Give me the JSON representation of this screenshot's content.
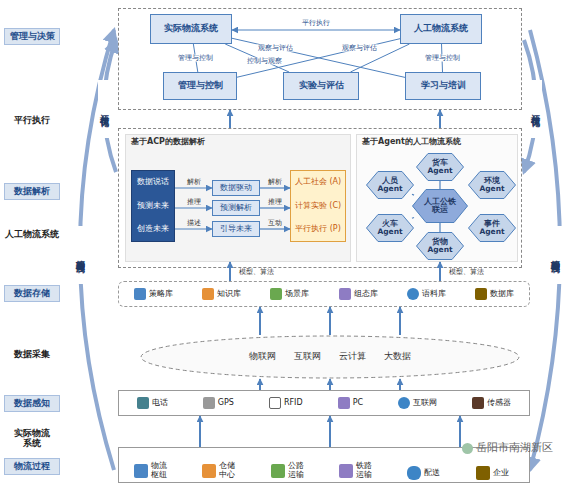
{
  "diagram": {
    "nodes": [
      {
        "text": [
          "管理与决策"
        ]
      },
      {
        "text": []
      },
      {
        "text": [
          "实际物流系统"
        ],
        "in": 1
      },
      {
        "text": [
          "人工物流系统"
        ],
        "in": 1
      },
      {
        "text": [
          "管理与控制"
        ],
        "in": 1
      },
      {
        "text": [
          "实验与评估"
        ],
        "in": 1
      },
      {
        "text": [
          "学习与培训"
        ],
        "in": 1
      },
      {
        "text": [
          "数据解析"
        ]
      },
      {
        "text": []
      },
      {
        "text": [
          "基于ACP的数据解析"
        ],
        "in": 8
      },
      {
        "text": [
          "数据说话",
          "预测未来",
          "创造未来"
        ],
        "in": 9
      },
      {
        "text": [
          "数据驱动"
        ],
        "in": 9
      },
      {
        "text": [
          "预测解析"
        ],
        "in": 9
      },
      {
        "text": [
          "引导未来"
        ],
        "in": 9
      },
      {
        "text": [
          "人工社会 (A)",
          "计算实验 (C)",
          "平行执行 (P)"
        ],
        "in": 9
      },
      {
        "text": [
          "基于Agent的人工物流系统"
        ],
        "in": 8
      },
      {
        "text": [
          "人员Agent"
        ],
        "in": 15
      },
      {
        "text": [
          "货车Agent"
        ],
        "in": 15
      },
      {
        "text": [
          "环境Agent"
        ],
        "in": 15
      },
      {
        "text": [
          "人工公铁联运"
        ],
        "in": 15
      },
      {
        "text": [
          "火车Agent"
        ],
        "in": 15
      },
      {
        "text": [
          "事件Agent"
        ],
        "in": 15
      },
      {
        "text": [
          "货物Agent"
        ],
        "in": 15
      },
      {
        "text": [
          "数据存储"
        ]
      },
      {
        "text": [
          "策略库",
          "知识库",
          "场景库",
          "组态库",
          "语料库",
          "数据库"
        ]
      },
      {
        "text": [
          "物联网",
          "互联网",
          "云计算",
          "大数据"
        ]
      },
      {
        "text": [
          "数据感知"
        ]
      },
      {
        "text": [
          "电话",
          "GPS",
          "RFID",
          "PC",
          "互联网",
          "传感器"
        ]
      },
      {
        "text": [
          "物流过程"
        ]
      },
      {
        "text": [
          "物流枢纽",
          "仓储中心",
          "公路运输",
          "铁路运输",
          "配送",
          "企业"
        ]
      }
    ],
    "edges": [
      {
        "from": 2,
        "to": 3,
        "arrow": "both",
        "label": "平行执行"
      },
      {
        "from": 2,
        "to": 4,
        "arrow": "none",
        "label": "管理与控制"
      },
      {
        "from": 2,
        "to": 5,
        "arrow": "none",
        "label": "控制与观察"
      },
      {
        "from": 2,
        "to": 6,
        "arrow": "none",
        "label": "观察与评估"
      },
      {
        "from": 3,
        "to": 4,
        "arrow": "none",
        "label": "观察与评估"
      },
      {
        "from": 3,
        "to": 5,
        "arrow": "none"
      },
      {
        "from": 3,
        "to": 6,
        "arrow": "none",
        "label": "管理与控制"
      },
      {
        "from": 10,
        "to": 11,
        "arrow": "to",
        "label": "解析"
      },
      {
        "from": 10,
        "to": 12,
        "arrow": "to",
        "label": "推理"
      },
      {
        "from": 10,
        "to": 13,
        "arrow": "to",
        "label": "描述"
      },
      {
        "from": 11,
        "to": 14,
        "arrow": "to",
        "label": "解析"
      },
      {
        "from": 12,
        "to": 14,
        "arrow": "to",
        "label": "推理"
      },
      {
        "from": 13,
        "to": 14,
        "arrow": "to",
        "label": "互动"
      },
      {
        "from": 19,
        "to": 16,
        "arrow": "none"
      },
      {
        "from": 19,
        "to": 17,
        "arrow": "none"
      },
      {
        "from": 19,
        "to": 18,
        "arrow": "none"
      },
      {
        "from": 19,
        "to": 20,
        "arrow": "none"
      },
      {
        "from": 19,
        "to": 21,
        "arrow": "none"
      },
      {
        "from": 19,
        "to": 22,
        "arrow": "none"
      },
      {
        "from": 24,
        "to": 9,
        "arrow": "to",
        "label": "模型、算法"
      },
      {
        "from": 24,
        "to": 15,
        "arrow": "to",
        "label": "模型、算法"
      },
      {
        "from": 8,
        "to": 1,
        "arrow": "to"
      },
      {
        "from": 8,
        "to": 1,
        "arrow": "to"
      },
      {
        "from": 25,
        "to": 24,
        "arrow": "to"
      },
      {
        "from": 25,
        "to": 24,
        "arrow": "to"
      },
      {
        "from": 25,
        "to": 24,
        "arrow": "to"
      },
      {
        "from": 27,
        "to": 25,
        "arrow": "to"
      },
      {
        "from": 27,
        "to": 25,
        "arrow": "to"
      },
      {
        "from": 27,
        "to": 25,
        "arrow": "to"
      },
      {
        "from": 29,
        "to": 27,
        "arrow": "to"
      },
      {
        "from": 29,
        "to": 27,
        "arrow": "to"
      },
      {
        "from": 29,
        "to": 27,
        "arrow": "to"
      }
    ],
    "labels": [
      "平行执行",
      "人工物流系统",
      "数据采集",
      "实际物流系统",
      "评估与优化",
      "评估与优化",
      "管理与控制",
      "管理与控制",
      "岳阳市南湖新区"
    ]
  }
}
